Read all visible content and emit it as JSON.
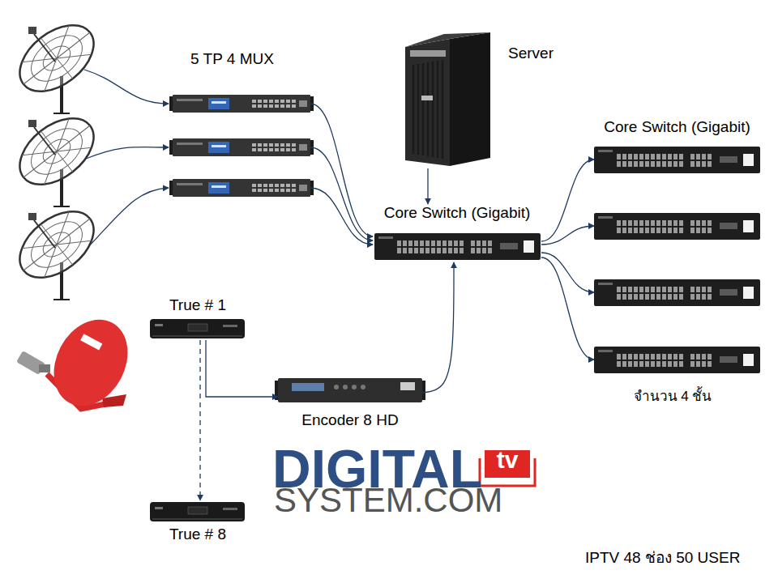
{
  "diagram": {
    "nodes": [
      {
        "text": [
          "5 TP 4 MUX"
        ]
      },
      {
        "text": [
          "Server"
        ]
      },
      {
        "text": [
          "Core Switch (Gigabit)"
        ]
      },
      {
        "text": [
          "Core Switch (Gigabit)"
        ]
      },
      {
        "text": [
          "True # 1"
        ]
      },
      {
        "text": [
          "True # 8"
        ]
      },
      {
        "text": [
          "Encoder 8 HD"
        ]
      }
    ],
    "edges": [
      {
        "from": 0,
        "to": 2,
        "arrow": "to"
      },
      {
        "from": 0,
        "to": 2,
        "arrow": "to"
      },
      {
        "from": 0,
        "to": 2,
        "arrow": "to"
      },
      {
        "from": 1,
        "to": 2,
        "arrow": "to"
      },
      {
        "from": 2,
        "to": 3,
        "arrow": "to"
      },
      {
        "from": 2,
        "to": 3,
        "arrow": "to"
      },
      {
        "from": 2,
        "to": 3,
        "arrow": "to"
      },
      {
        "from": 2,
        "to": 3,
        "arrow": "to"
      },
      {
        "from": 4,
        "to": 5,
        "arrow": "to"
      },
      {
        "from": 4,
        "to": 6,
        "arrow": "to"
      },
      {
        "from": 6,
        "to": 2,
        "arrow": "to"
      }
    ],
    "labels": [
      "จำนวน 4 ชั้น",
      "DIGITAL",
      "tv",
      "SYSTEM.COM",
      "IPTV 48 ช่อง 50 USER"
    ]
  }
}
